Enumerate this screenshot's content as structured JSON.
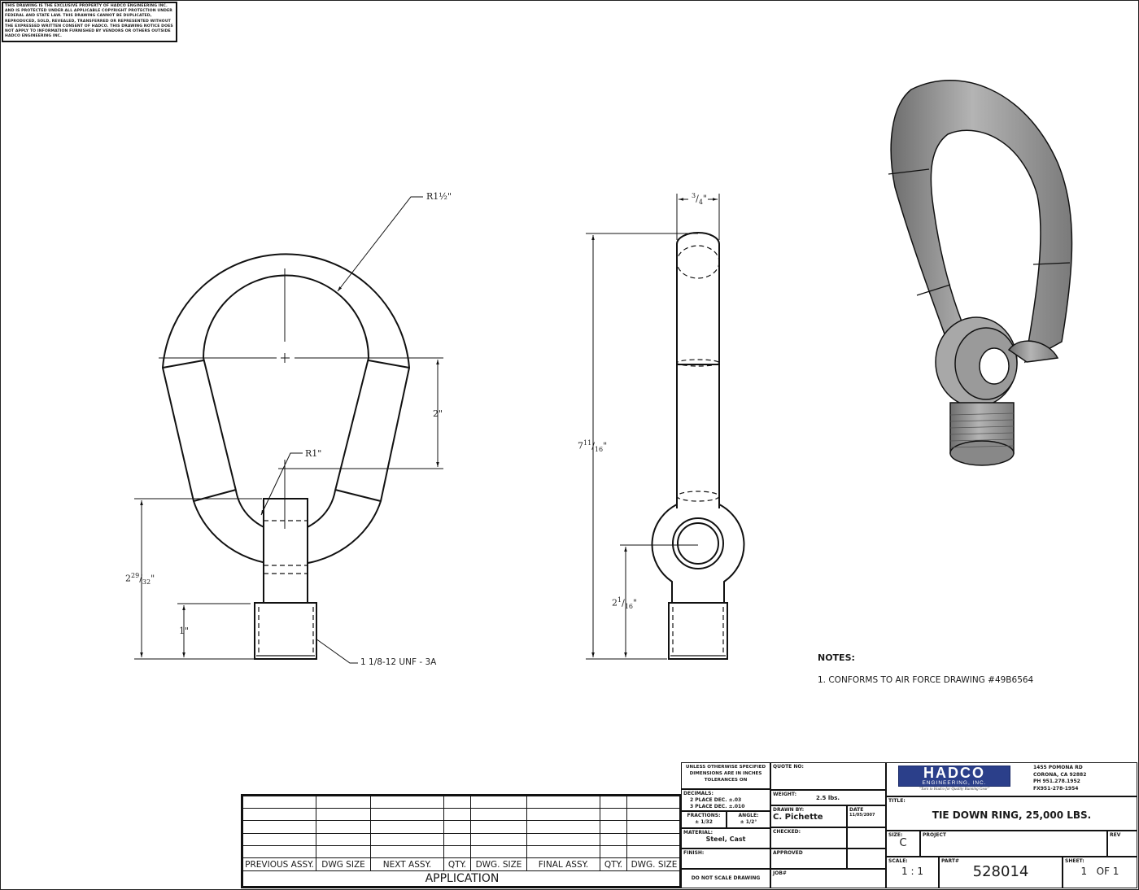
{
  "proprietary_notice": "THIS DRAWING IS THE EXCLUSIVE PROPERTY OF HADCO ENGINEERING INC. AND IS PROTECTED UNDER ALL APPLICABLE COPYRIGHT PROTECTION UNDER FEDERAL AND STATE LAW. THIS DRAWING CANNOT BE DUPLICATED, REPRODUCED, SOLD, REVEALED, TRANSFERRED OR REPRESENTED WITHOUT THE EXPRESSED WRITTEN CONSENT OF HADCO. THIS DRAWING NOTICE DOES NOT APPLY TO INFORMATION FURNISHED BY VENDORS OR OTHERS OUTSIDE HADCO ENGINEERING INC.",
  "front_view": {
    "radius_outer_label": "R1½\"",
    "height_center_label": "2\"",
    "radius_inner_label": "R1\"",
    "overall_height_label": {
      "whole": "2",
      "num": "29",
      "den": "32"
    },
    "thread_length_label": "1\"",
    "thread_callout": "1 1/8-12 UNF - 3A"
  },
  "side_view": {
    "width_label": {
      "num": "3",
      "den": "4"
    },
    "overall_height_label": {
      "whole": "7",
      "num": "11",
      "den": "16"
    },
    "eye_center_height_label": {
      "whole": "2",
      "num": "1",
      "den": "16"
    }
  },
  "notes": {
    "title": "NOTES:",
    "items": [
      "1.  CONFORMS TO AIR FORCE DRAWING #49B6564"
    ]
  },
  "application_table": {
    "headers": [
      "PREVIOUS ASSY.",
      "DWG SIZE",
      "NEXT ASSY.",
      "QTY.",
      "DWG. SIZE",
      "FINAL ASSY.",
      "QTY.",
      "DWG. SIZE"
    ],
    "empty_rows": 5,
    "footer": "APPLICATION"
  },
  "title_block": {
    "tolerance_header": "UNLESS OTHERWISE SPECIFIED DIMENSIONS ARE IN INCHES TOLERANCES ON",
    "decimals_label": "DECIMALS:",
    "decimals_2": "2 PLACE DEC. ±.03",
    "decimals_3": "3 PLACE DEC. ±.010",
    "fractions_label": "FRACTIONS:",
    "fractions_value": "± 1/32",
    "angle_label": "ANGLE:",
    "angle_value": "± 1/2°",
    "material_label": "MATERIAL:",
    "material_value": "Steel, Cast",
    "finish_label": "FINISH:",
    "do_not_scale": "DO NOT SCALE DRAWING",
    "quote_label": "QUOTE NO:",
    "weight_label": "WEIGHT:",
    "weight_value": "2.5 lbs.",
    "drawn_by_label": "DRAWN BY:",
    "drawn_by_value": "C. Pichette",
    "date_label": "DATE",
    "date_value": "11/05/2007",
    "checked_label": "CHECKED:",
    "approved_label": "APPROVED",
    "job_label": "JOB#",
    "company": {
      "name": "HADCO",
      "subname": "ENGINEERING, INC.",
      "tagline": "\"Turn to Hadco for Quality Running Gear\"",
      "address1": "1455 POMONA RD",
      "address2": "CORONA, CA 92882",
      "phone": "PH  951.278.1952",
      "fax": "FX951-278-1954",
      "brand_color": "#2b3f8a"
    },
    "title_label": "TITLE:",
    "title_value": "TIE DOWN RING, 25,000 LBS.",
    "size_label": "SIZE:",
    "size_value": "C",
    "project_label": "PROJECT",
    "rev_label": "REV",
    "scale_label": "SCALE:",
    "scale_value": "1 : 1",
    "part_label": "PART#",
    "part_value": "528014",
    "sheet_label": "SHEET:",
    "sheet_value": "1",
    "sheet_of": "OF 1"
  }
}
